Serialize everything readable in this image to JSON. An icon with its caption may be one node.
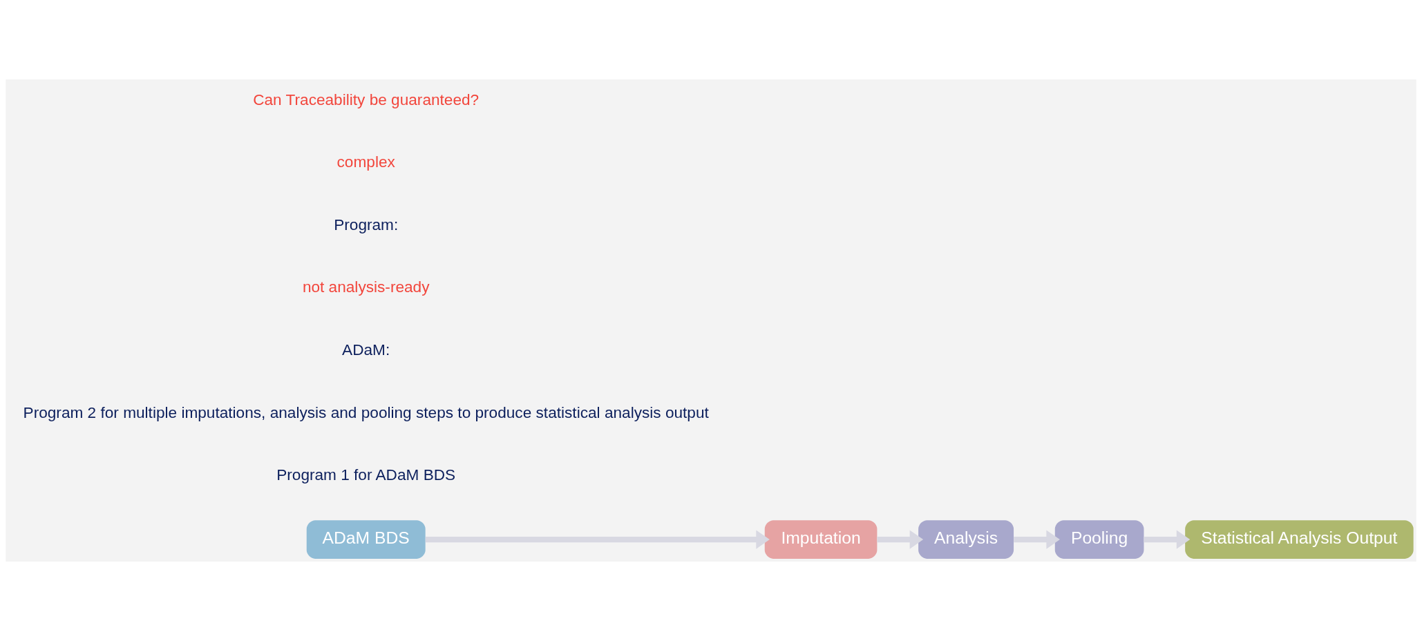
{
  "diagram": {
    "nodes": [
      {
        "text": [
          "ADaM BDS"
        ]
      },
      {
        "text": [
          "Imputation"
        ]
      },
      {
        "text": [
          "Analysis"
        ]
      },
      {
        "text": [
          "Pooling"
        ]
      },
      {
        "text": [
          "Statistical Analysis Output"
        ]
      }
    ],
    "edges": [
      {
        "from": 0,
        "to": 1,
        "arrow": "to"
      },
      {
        "from": 1,
        "to": 2,
        "arrow": "to"
      },
      {
        "from": 2,
        "to": 3,
        "arrow": "to"
      },
      {
        "from": 3,
        "to": 4,
        "arrow": "to"
      }
    ],
    "labels": [
      "Program 1 for ADaM BDS",
      "Program 2 for multiple imputations, analysis and pooling steps to produce statistical analysis output",
      "ADaM:",
      "not analysis-ready",
      "Program:",
      "complex",
      "Can Traceability be guaranteed?"
    ]
  }
}
